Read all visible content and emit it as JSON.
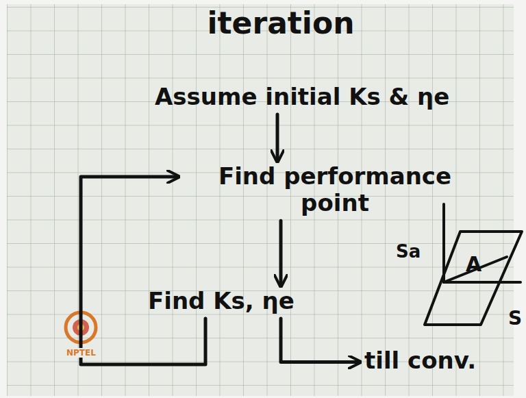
{
  "diagram": {
    "title": "iteration",
    "nodes": [
      {
        "text": [
          "Assume initial Ks & ηe"
        ]
      },
      {
        "text": [
          "Find performance point"
        ]
      },
      {
        "text": [
          "Find Ks, ηe"
        ]
      },
      {
        "text": [
          "till conv."
        ]
      }
    ],
    "edges": [
      {
        "from": 0,
        "to": 1,
        "arrow": "to"
      },
      {
        "from": 1,
        "to": 2,
        "arrow": "to"
      },
      {
        "from": 2,
        "to": 3,
        "arrow": "to"
      },
      {
        "from": 2,
        "to": 1,
        "arrow": "to"
      }
    ],
    "labels": [
      "Sa",
      "A",
      "S",
      "NPTEL"
    ]
  }
}
